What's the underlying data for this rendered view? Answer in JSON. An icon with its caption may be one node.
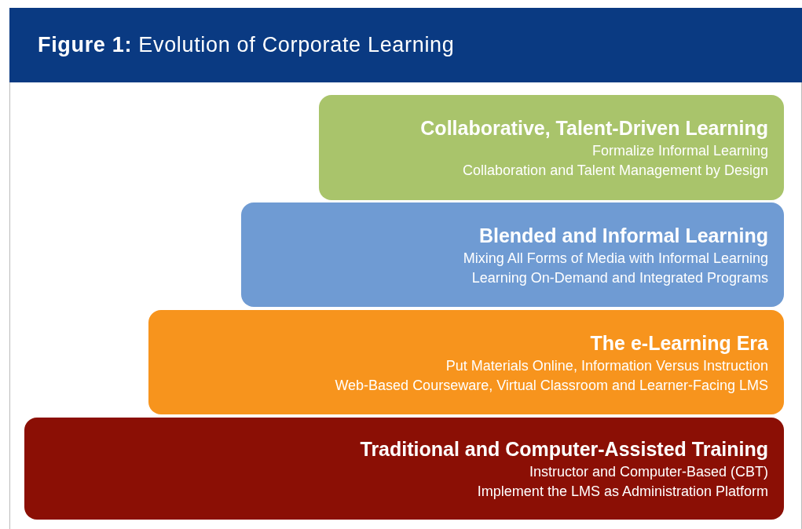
{
  "diagram": {
    "title": "**Figure 1:** Evolution of Corporate Learning",
    "nodes": [
      {
        "text": [
          "Collaborative, Talent-Driven Learning",
          "Formalize Informal Learning",
          "Collaboration and Talent Management by Design"
        ]
      },
      {
        "text": [
          "Blended and Informal Learning",
          "Mixing All Forms of Media with Informal Learning",
          "Learning On-Demand and Integrated Programs"
        ]
      },
      {
        "text": [
          "The e-Learning Era",
          "Put Materials Online, Information Versus Instruction",
          "Web-Based Courseware, Virtual Classroom and Learner-Facing LMS"
        ]
      },
      {
        "text": [
          "Traditional and Computer-Assisted Training",
          "Instructor and Computer-Based (CBT)",
          "Implement the LMS as Administration Platform"
        ]
      }
    ]
  }
}
